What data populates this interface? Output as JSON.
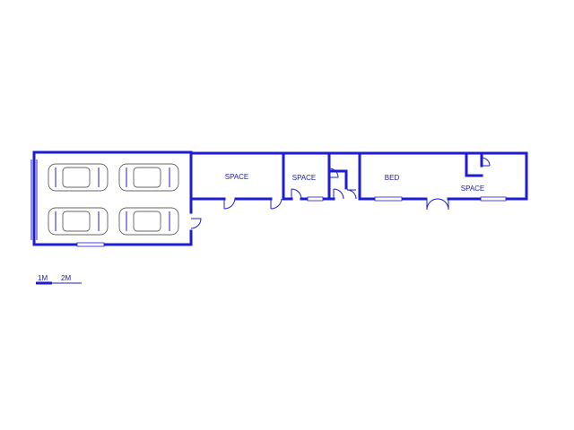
{
  "plan": {
    "rooms": [
      {
        "id": "space-1",
        "label": "SPACE"
      },
      {
        "id": "space-2",
        "label": "SPACE"
      },
      {
        "id": "bed",
        "label": "BED"
      },
      {
        "id": "space-3",
        "label": "SPACE"
      }
    ],
    "garage": {
      "cars": 4
    }
  },
  "scale": {
    "label_1": "1M",
    "label_2": "2M"
  },
  "colors": {
    "wall": "#1c1cd6",
    "label": "#1a1aa8"
  }
}
